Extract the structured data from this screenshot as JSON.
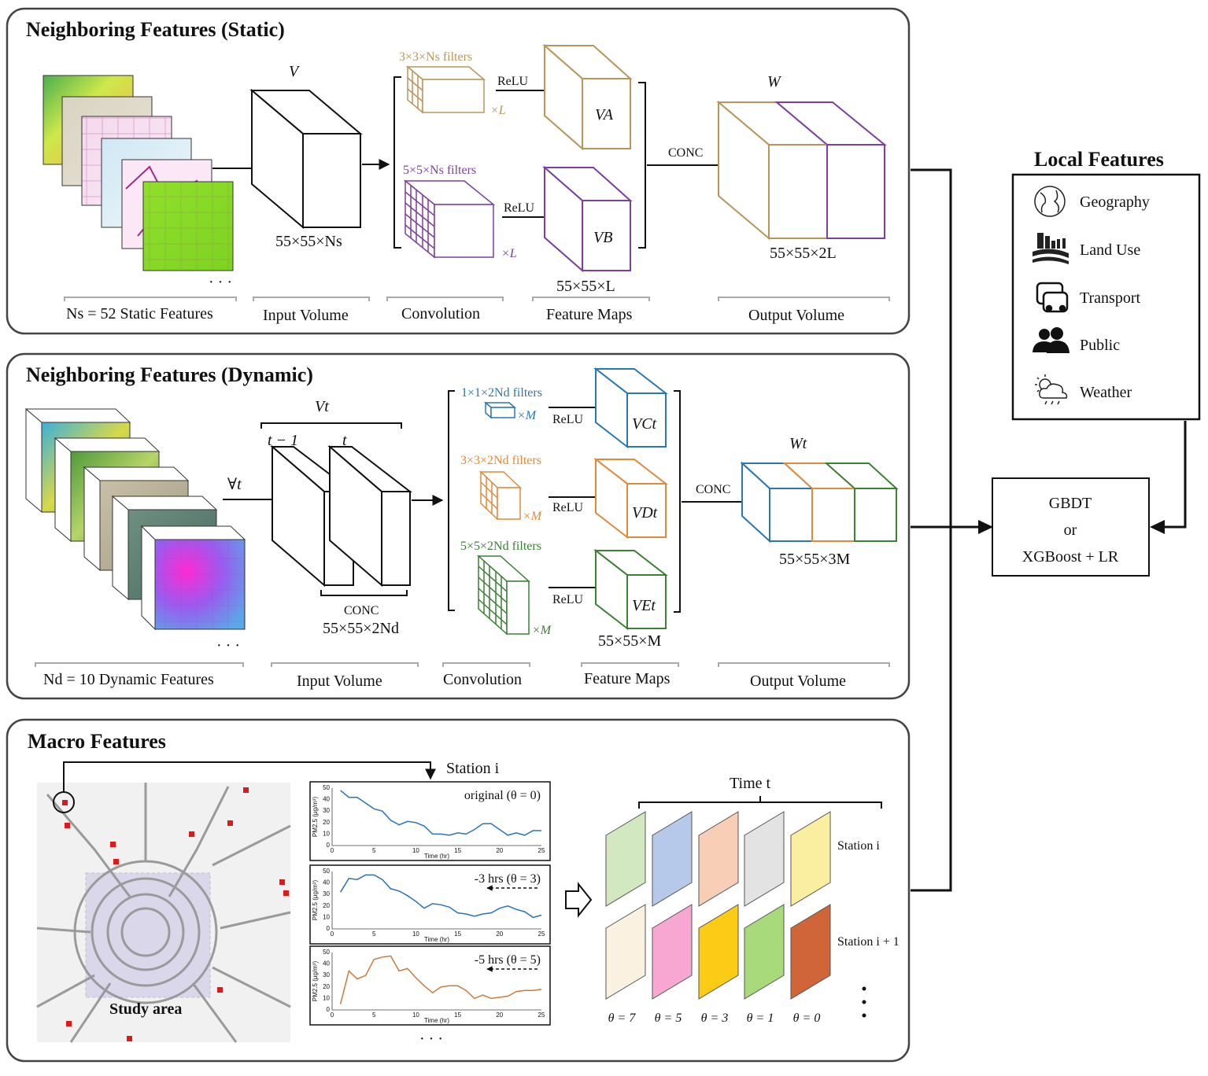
{
  "colors": {
    "orange": "#b8955a",
    "purple": "#7b3f9e",
    "blue": "#2b78b0",
    "dyn_orange": "#e08a3a",
    "green": "#3c7f35",
    "line_blue": "#2a74b5",
    "line_orange": "#c97b3c"
  },
  "static": {
    "title": "Neighboring Features (Static)",
    "V": "V",
    "input_dims": "55×55×Ns",
    "filter_a": "3×3×Ns filters",
    "filter_b": "5×5×Ns filters",
    "times_l": "×L",
    "relu": "ReLU",
    "VA": "VA",
    "VB": "VB",
    "fm_dims": "55×55×L",
    "conc": "CONC",
    "W": "W",
    "out_dims": "55×55×2L",
    "cap_features": "Ns = 52 Static Features",
    "cap_input": "Input Volume",
    "cap_conv": "Convolution",
    "cap_fm": "Feature Maps",
    "cap_out": "Output Volume",
    "dots": "· · ·"
  },
  "dynamic": {
    "title": "Neighboring Features (Dynamic)",
    "Vt": "Vt",
    "forall": "∀t",
    "t_minus": "t − 1",
    "t": "t",
    "conc_in": "CONC",
    "input_dims": "55×55×2Nd",
    "filter_c": "1×1×2Nd filters",
    "filter_d": "3×3×2Nd filters",
    "filter_e": "5×5×2Nd filters",
    "times_m": "×M",
    "relu": "ReLU",
    "VC": "VCt",
    "VD": "VDt",
    "VE": "VEt",
    "fm_dims": "55×55×M",
    "conc": "CONC",
    "Wt": "Wt",
    "out_dims": "55×55×3M",
    "cap_features": "Nd = 10 Dynamic Features",
    "cap_input": "Input Volume",
    "cap_conv": "Convolution",
    "cap_fm": "Feature Maps",
    "cap_out": "Output Volume",
    "dots": "· · ·"
  },
  "macro": {
    "title": "Macro Features",
    "station": "Station i",
    "study_area": "Study area",
    "chart_labels": [
      "original (θ = 0)",
      "-3 hrs (θ = 3)",
      "-5 hrs (θ = 5)"
    ],
    "ylabel": "PM2.5 (μg/m³)",
    "xlabel": "Time (hr)",
    "xticks": [
      "0",
      "5",
      "10",
      "15",
      "20",
      "25"
    ],
    "yticks": [
      "0",
      "10",
      "20",
      "30",
      "40",
      "50"
    ],
    "time_t": "Time t",
    "station_i": "Station i",
    "station_i1": "Station i + 1",
    "thetas": [
      "θ = 7",
      "θ = 5",
      "θ = 3",
      "θ = 1",
      "θ = 0"
    ],
    "dots": "· · ·",
    "row1_colors": [
      "#d2e8c0",
      "#b6c9ea",
      "#f8cfb6",
      "#e3e3e3",
      "#faeea0"
    ],
    "row2_colors": [
      "#fbf1e1",
      "#f7a7d2",
      "#fccb16",
      "#a8d97a",
      "#d0653a"
    ]
  },
  "series": {
    "original": [
      48,
      42,
      42,
      37,
      32,
      30,
      22,
      18,
      21,
      20,
      17,
      10,
      10,
      9,
      11,
      10,
      14,
      19,
      19,
      14,
      9,
      11,
      9,
      13,
      13
    ],
    "minus3": [
      32,
      44,
      43,
      47,
      47,
      43,
      35,
      33,
      29,
      24,
      18,
      22,
      21,
      19,
      14,
      13,
      11,
      13,
      14,
      18,
      20,
      17,
      15,
      10,
      12
    ],
    "minus5": [
      5,
      34,
      27,
      30,
      44,
      46,
      47,
      34,
      36,
      28,
      21,
      15,
      20,
      21,
      21,
      17,
      10,
      13,
      10,
      11,
      12,
      16,
      17,
      17,
      18
    ]
  },
  "local": {
    "title": "Local Features",
    "items": [
      "Geography",
      "Land Use",
      "Transport",
      "Public",
      "Weather"
    ]
  },
  "model": {
    "line1": "GBDT",
    "line2": "or",
    "line3": "XGBoost + LR"
  }
}
